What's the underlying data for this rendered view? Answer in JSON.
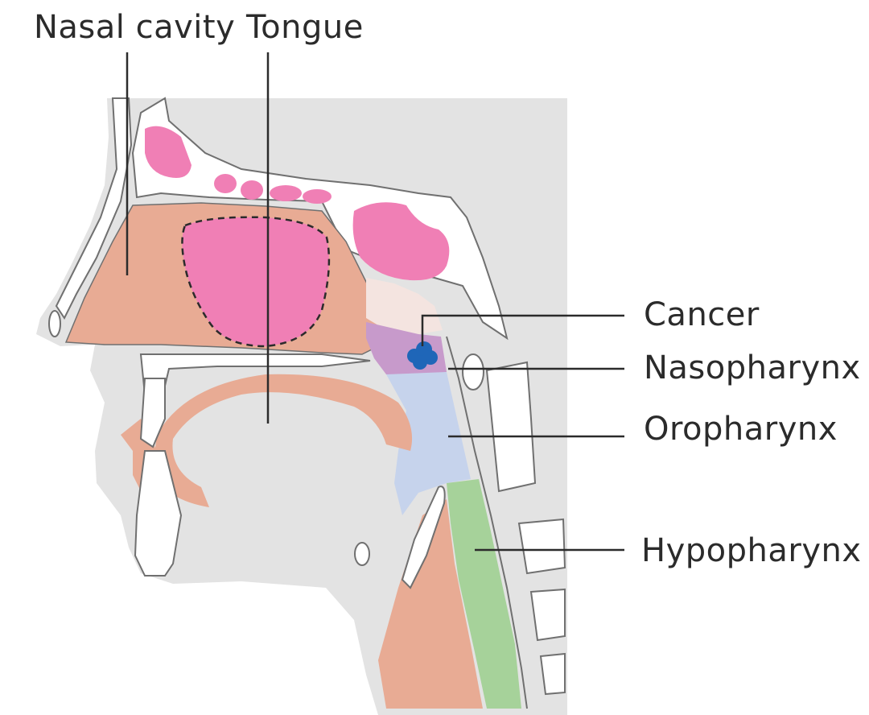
{
  "labels": {
    "nasal_cavity": "Nasal cavity",
    "tongue": "Tongue",
    "cancer": "Cancer",
    "nasopharynx": "Nasopharynx",
    "oropharynx": "Oropharynx",
    "hypopharynx": "Hypopharynx"
  },
  "colors": {
    "background_tissue": "#e3e3e3",
    "nasal_tissue": "#e8ab94",
    "sinus": "#f07fb5",
    "nasopharynx": "#c79acb",
    "oropharynx": "#c6d3ec",
    "hypopharynx": "#a6d29a",
    "cancer": "#1f66b8",
    "bone": "#ffffff",
    "outline": "#707070",
    "leader_line": "#2b2b2b"
  }
}
